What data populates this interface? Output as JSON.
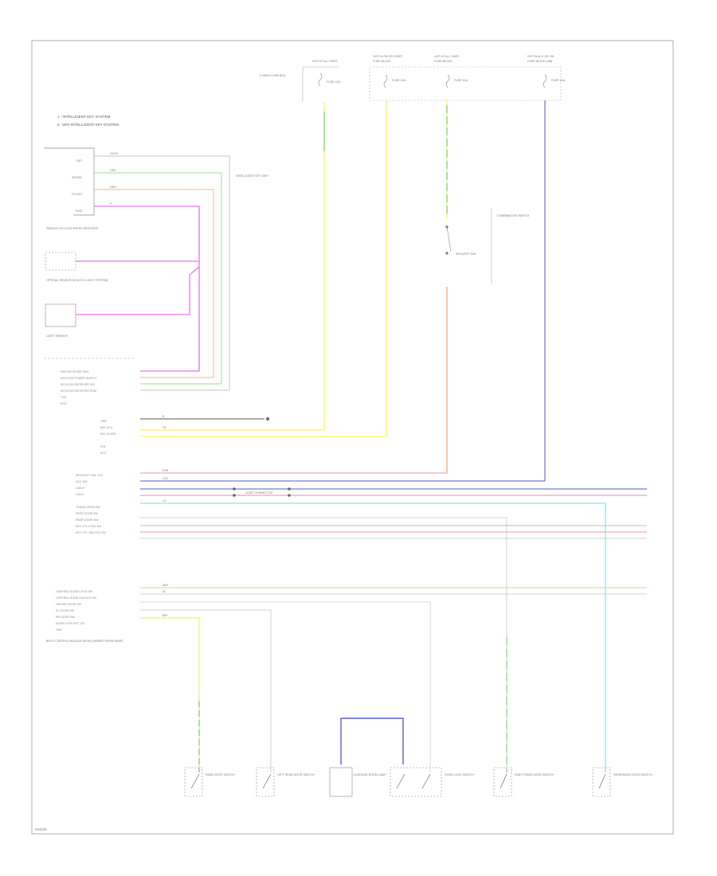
{
  "legend": [
    "1 : INTELLIGENT KEY SYSTEM",
    "2 : W/O INTELLIGENT KEY SYSTEM"
  ],
  "footer": "W8046",
  "fuse_boxes": [
    {
      "header": "HOT AT ALL TIMES",
      "sub": "FUSIBLE LINK BOX"
    },
    {
      "header": "HOT IN ON OR START",
      "sub": "FUSE BLOCK"
    },
    {
      "header": "HOT AT ALL TIMES",
      "sub": "FUSE BLOCK"
    },
    {
      "header": "HOT IN ACC OR ON",
      "sub": "FUSE BLOCK (J/B)"
    }
  ],
  "fuse_labels": [
    "FUSE 10A",
    "FUSE 10A",
    "FUSE 10A",
    "FUSE 10A"
  ],
  "combination_switch": "COMBINATION SWITCH",
  "security_ind": "SECURITY IND",
  "intelligent_key_unit": "INTELLIGENT KEY UNIT",
  "remote_sensor": {
    "label": "REMOTE KEYLESS ENTRY RECEIVER",
    "pins": [
      "GND",
      "SIGNAL",
      "POWER",
      "RSSI"
    ]
  },
  "optical_sensor": "OPTICAL SENSOR (W/ AUTO LIGHT SYSTEM)",
  "lamp_sensor": "LIGHT SENSOR",
  "bcm_groups": [
    {
      "pins": [
        "RKE RECEIVER GND",
        "KEYLESS POWER SUPPLY",
        "KEYLESS RECEIVER SIG",
        "KEYLESS RECEIVER RSSI",
        "TXD",
        "RXD"
      ]
    },
    {
      "pins": [
        "GND",
        "BAT (F/L)",
        "BAT (FUSE)",
        "IGN",
        "ACC"
      ]
    },
    {
      "pins": [
        "SECURITY IND. OUT",
        "ACC SW",
        "CAN-H",
        "CAN-L",
        "TRUNK OPEN SW",
        "PASS DOOR SW",
        "REAR DOOR SW",
        "KEY CYL LOCK SW",
        "KEY CYL UNLOCK SW"
      ]
    },
    {
      "pins": [
        "CENTRAL DOOR LOCK SW",
        "CENTRAL DOOR UNLOCK SW",
        "DRIVER DOOR SW",
        "RL DOOR SW",
        "RR DOOR SW",
        "DOOR LOCK ACT SIG",
        "GND"
      ]
    }
  ],
  "bcm_label": "BODY CONTROL MODULE (BCM) (VIEWED FROM REAR)",
  "wire_colors": [
    "GY/W",
    "GR/L",
    "GR/Y",
    "W/B",
    "Y/L",
    "B/R",
    "L/W",
    "R/W",
    "LG",
    "P",
    "B",
    "W"
  ],
  "joint_connector": "JOINT CONNECTOR",
  "component_labels": [
    "REAR DOOR SWITCH",
    "LEFT REAR DOOR SWITCH",
    "LUGGAGE ROOM LAMP",
    "DOOR LOCK SWITCH",
    "RIGHT REAR DOOR SWITCH",
    "PASSENGER DOOR SWITCH"
  ]
}
